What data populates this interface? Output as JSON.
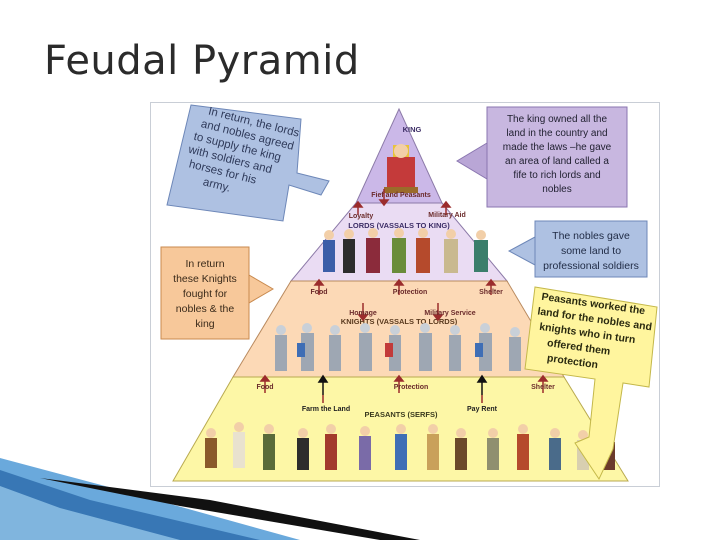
{
  "slide": {
    "title": "Feudal Pyramid"
  },
  "pyramid": {
    "tiers": {
      "king": "KING",
      "lords": "LORDS (VASSALS TO KING)",
      "knights": "KNIGHTS (VASSALS TO LORDS)",
      "peasants": "PEASANTS (SERFS)"
    },
    "labels": {
      "fief": "Fief and Peasants",
      "loyalty": "Loyalty",
      "military_aid": "Military Aid",
      "food1": "Food",
      "protection1": "Protection",
      "shelter1": "Shelter",
      "homage": "Homage",
      "military_service": "Military Service",
      "food2": "Food",
      "protection2": "Protection",
      "shelter2": "Shelter",
      "farm_land": "Farm the Land",
      "pay_rent": "Pay Rent"
    }
  },
  "callouts": {
    "lords": [
      "In return, the lords",
      "and nobles agreed",
      "to supply the king",
      "with soldiers and",
      "horses for his",
      "army."
    ],
    "king": [
      "The king owned all the",
      "land in the country and",
      "made the laws –he gave",
      "an area of land called a",
      "fife to rich lords and",
      "nobles"
    ],
    "nobles": [
      "The nobles gave",
      "some land to",
      "professional soldiers"
    ],
    "knights": [
      "In return",
      "these Knights",
      "fought for",
      "nobles & the",
      "king"
    ],
    "peasants": [
      "Peasants worked the",
      "land for the nobles and",
      "knights who in turn",
      "offered them",
      "protection"
    ]
  },
  "colors": {
    "king_tier": "#cbb8e8",
    "lords_tier": "#eadcf3",
    "knights_tier": "#fcd9b6",
    "peasants_tier": "#fdf7a6",
    "arrow_red": "#9b2c2c",
    "callout_blue": "#aec1e2",
    "callout_purple": "#b9a6d6",
    "callout_orange": "#f7c89a",
    "callout_yellow": "#fff59e"
  }
}
